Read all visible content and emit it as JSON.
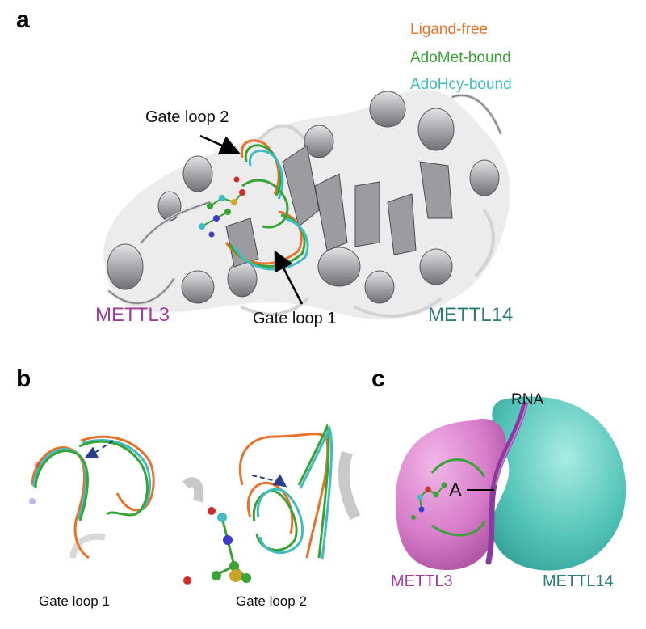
{
  "panels": {
    "a": {
      "letter": "a",
      "legend": [
        {
          "label": "Ligand-free",
          "color": "#e8722a"
        },
        {
          "label": "AdoMet-bound",
          "color": "#3aa335"
        },
        {
          "label": "AdoHcy-bound",
          "color": "#3fbcc2"
        }
      ],
      "labels": {
        "gate_loop_2": "Gate loop 2",
        "gate_loop_1": "Gate loop 1",
        "mettl3": "METTL3",
        "mettl14": "METTL14"
      }
    },
    "b": {
      "letter": "b",
      "left_caption": "Gate loop 1",
      "right_caption": "Gate loop 2"
    },
    "c": {
      "letter": "c",
      "rna_label": "RNA",
      "adenosine_label": "A",
      "mettl3": "METTL3",
      "mettl14": "METTL14"
    }
  },
  "colors": {
    "mettl3": "#a23c9a",
    "mettl14": "#2e7c78",
    "mettl3_body": "#d77cc9",
    "mettl14_body": "#52c3b8",
    "ribbon": "#b5b5b8",
    "ligand_free": "#e8722a",
    "adomet": "#3aa335",
    "adohcy": "#3fbcc2",
    "arrow_dash": "#2b3e8c"
  }
}
